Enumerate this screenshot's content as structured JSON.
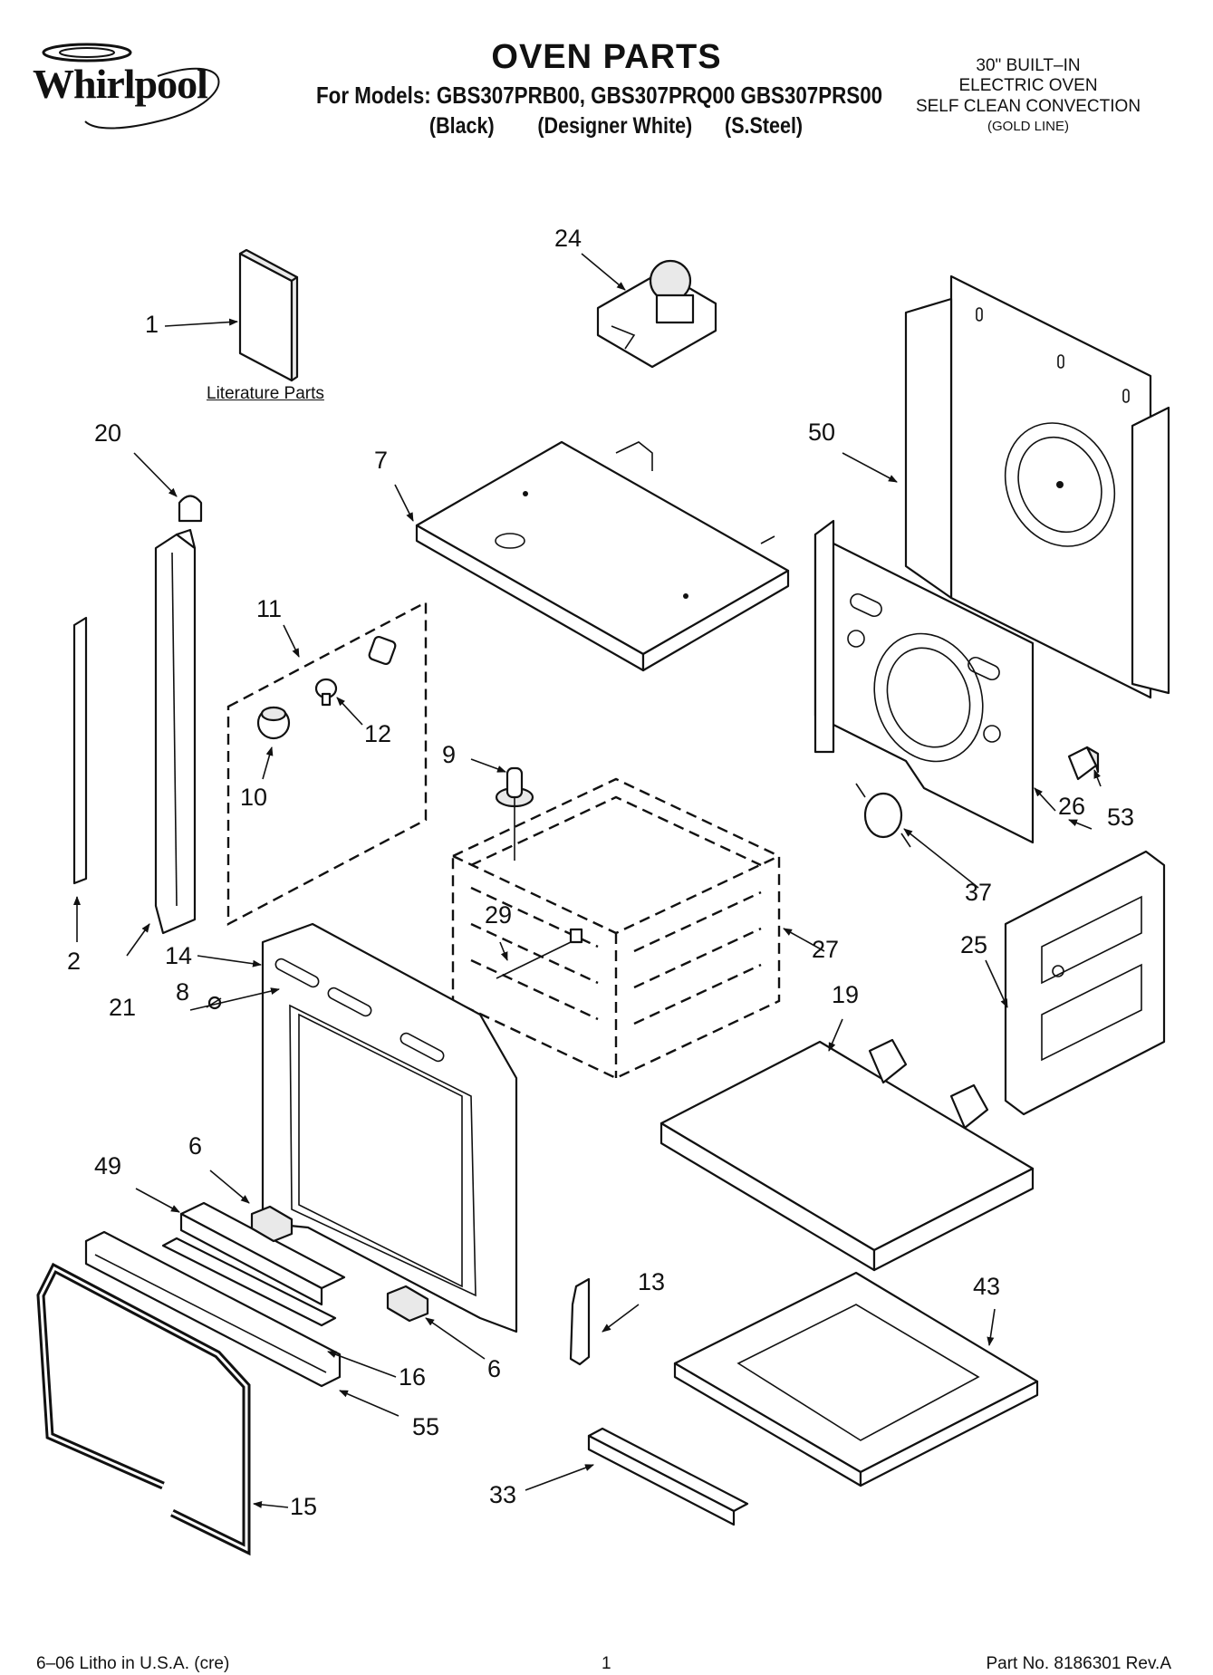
{
  "header": {
    "brand": "Whirlpool",
    "title": "OVEN PARTS",
    "models": "For Models: GBS307PRB00, GBS307PRQ00 GBS307PRS00",
    "variants": "(Black)        (Designer White)      (S.Steel)",
    "spec_lines": [
      "30\" BUILT–IN",
      "ELECTRIC OVEN",
      "SELF CLEAN CONVECTION",
      "(GOLD LINE)"
    ]
  },
  "literature_label": "Literature Parts",
  "callouts": {
    "c1": "1",
    "c2": "2",
    "c6a": "6",
    "c6b": "6",
    "c7": "7",
    "c8": "8",
    "c9": "9",
    "c10": "10",
    "c11": "11",
    "c12": "12",
    "c13": "13",
    "c14": "14",
    "c15": "15",
    "c16": "16",
    "c19": "19",
    "c20": "20",
    "c21": "21",
    "c24": "24",
    "c25": "25",
    "c26": "26",
    "c27": "27",
    "c29": "29",
    "c33": "33",
    "c37": "37",
    "c43": "43",
    "c49": "49",
    "c50": "50",
    "c53": "53",
    "c55": "55"
  },
  "footer": {
    "left": "6–06 Litho in U.S.A. (cre)",
    "page": "1",
    "part_no": "Part No. 8186301 Rev.A"
  }
}
